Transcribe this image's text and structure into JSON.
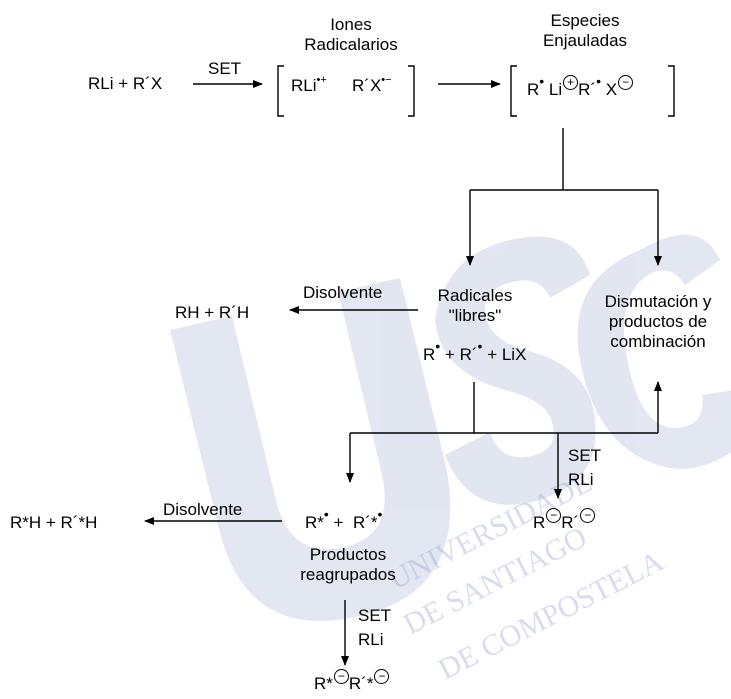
{
  "watermark": {
    "letters": "USC",
    "university": "UNIVERSIDADE DE SANTIAGO DE COMPOSTELA",
    "color": "#8f9fc9"
  },
  "scheme": {
    "reactants": "RLi + R´X",
    "set_top": "SET",
    "ions_title_1": "Iones",
    "ions_title_2": "Radicalarios",
    "ion_rli": "RLi",
    "ion_rli_charge": "•+",
    "ion_rx": "R´X",
    "ion_rx_charge": "•−",
    "caged_title_1": "Especies",
    "caged_title_2": "Enjauladas",
    "caged_r": "R",
    "caged_li": "Li",
    "caged_plus": "+",
    "caged_r2": "R´",
    "caged_x": "X",
    "caged_minus": "−",
    "free_title_1": "Radicales",
    "free_title_2": "\"libres\"",
    "free_formula_r": "R",
    "free_formula_plus1": "+",
    "free_formula_r2": "R´",
    "free_formula_rest": "+ LiX",
    "disolvente_1": "Disolvente",
    "rh_product": "RH + R´H",
    "dismutation_1": "Dismutación y",
    "dismutation_2": "productos de",
    "dismutation_3": "combinación",
    "set_mid": "SET",
    "rli_mid": "RLi",
    "dianion_r": "R",
    "dianion_r2": "R´",
    "dianion_minus": "−",
    "rearr_r1": "R*",
    "rearr_plus": "+",
    "rearr_r2": "R´*",
    "rearr_label_1": "Productos",
    "rearr_label_2": "reagrupados",
    "disolvente_2": "Disolvente",
    "star_product": "R*H + R´*H",
    "set_bottom": "SET",
    "rli_bottom": "RLi",
    "star_dianion_r": "R*",
    "star_dianion_r2": "R´*",
    "star_dianion_minus": "−"
  }
}
